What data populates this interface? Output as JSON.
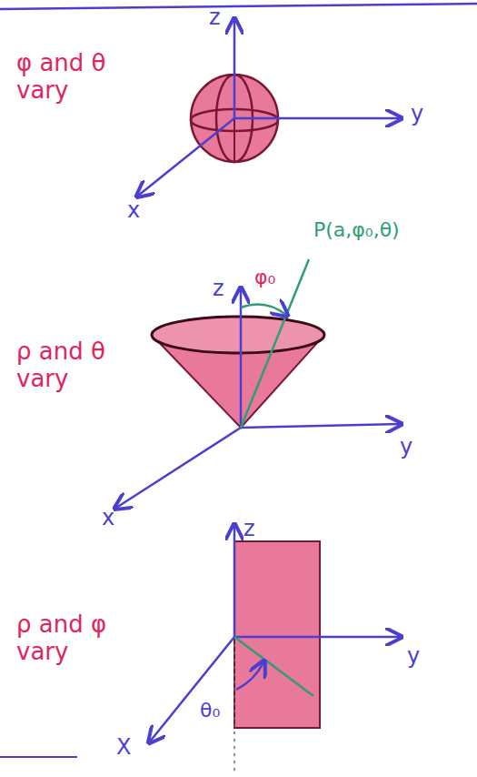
{
  "diagram": {
    "labels": [
      "φ and θ vary",
      "z",
      "y",
      "x",
      "φ₀",
      "P(a,φ₀,θ)",
      "z",
      "ρ and θ vary",
      "y",
      "x",
      "z",
      "ρ and φ vary",
      "y",
      "θ₀",
      "X"
    ]
  }
}
